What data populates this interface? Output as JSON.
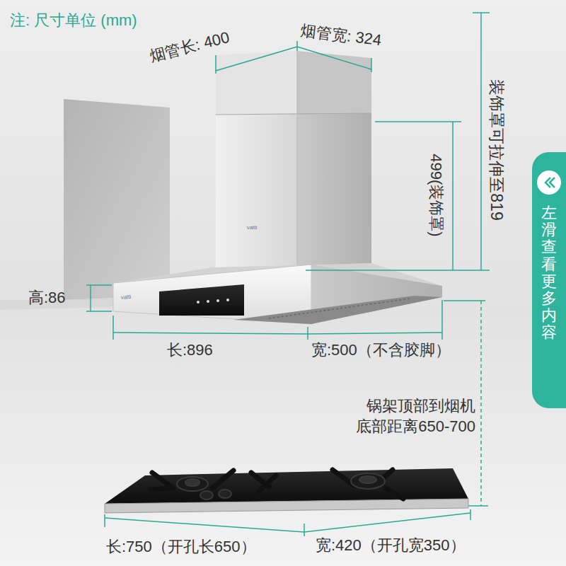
{
  "diagram": {
    "nodes": [
      {
        "text": [
          "左滑查看更多内容"
        ]
      }
    ],
    "labels": [
      "注: 尺寸单位 (mm)",
      "烟管长: 400",
      "烟管宽: 324",
      "装饰罩可拉伸至819",
      "499(装饰罩)",
      "vatti",
      "vatti",
      "高:86",
      "长:896",
      "宽:500（不含胶脚）",
      "锅架顶部到烟机 底部距离650-700",
      "长:750（开孔长650）",
      "宽:420（开孔宽350）"
    ]
  }
}
